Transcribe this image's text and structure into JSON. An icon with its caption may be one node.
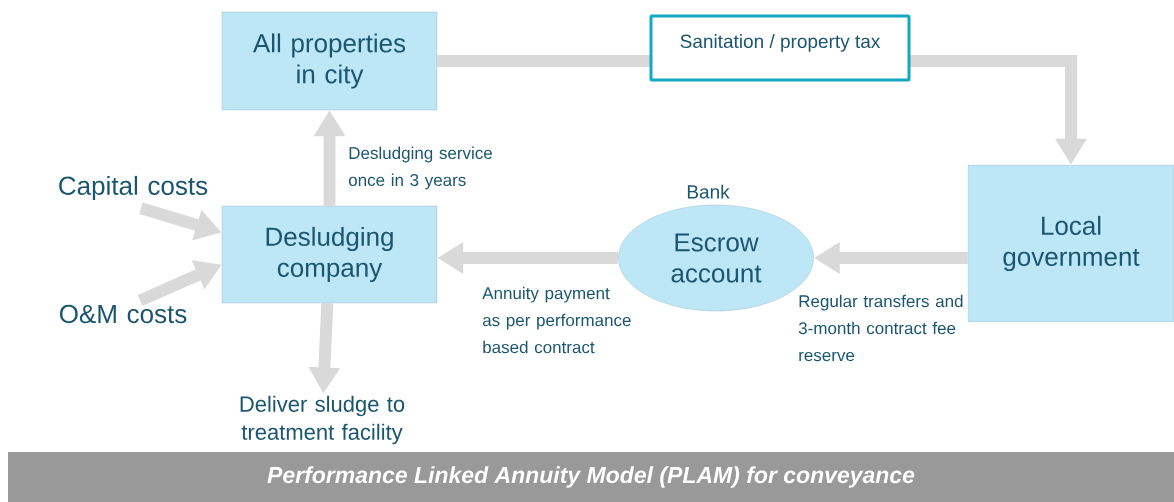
{
  "diagram": {
    "caption": "Performance Linked Annuity Model (PLAM) for conveyance",
    "nodes": [
      {
        "text": [
          "All properties in city"
        ]
      },
      {
        "text": [
          "Desludging company"
        ]
      },
      {
        "text": [
          "Escrow account"
        ],
        "beside": [
          "Bank"
        ]
      },
      {
        "text": [
          "Local government"
        ]
      },
      {
        "text": [
          "Capital costs"
        ]
      },
      {
        "text": [
          "O&M costs"
        ]
      },
      {
        "text": [
          "Deliver sludge to treatment facility"
        ]
      }
    ],
    "edges": [
      {
        "from": 0,
        "to": 3,
        "arrow": "to",
        "label": "Sanitation / property tax"
      },
      {
        "from": 1,
        "to": 0,
        "arrow": "to",
        "label": "Desludging service once in 3 years"
      },
      {
        "from": 2,
        "to": 1,
        "arrow": "to",
        "label": "Annuity payment as per performance based contract"
      },
      {
        "from": 3,
        "to": 2,
        "arrow": "to",
        "label": "Regular transfers and 3-month contract fee reserve"
      },
      {
        "from": 4,
        "to": 1,
        "arrow": "to"
      },
      {
        "from": 5,
        "to": 1,
        "arrow": "to"
      },
      {
        "from": 1,
        "to": 6,
        "arrow": "to"
      }
    ]
  }
}
